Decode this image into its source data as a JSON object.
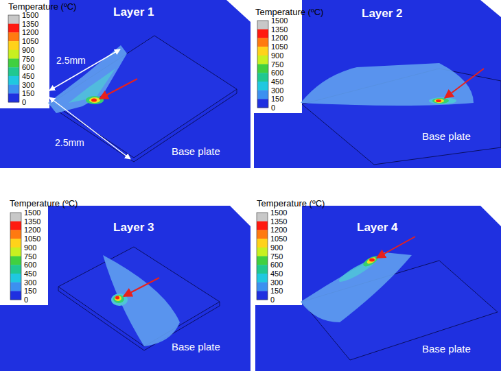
{
  "diagram": {
    "labels": [
      "Temperature (ºC)",
      "1500",
      "1350",
      "1200",
      "1050",
      "900",
      "750",
      "600",
      "450",
      "300",
      "150",
      "0",
      "Layer 1",
      "2.5mm",
      "2.5mm",
      "Base plate",
      "Temperature (ºC)",
      "1500",
      "1350",
      "1200",
      "1050",
      "900",
      "750",
      "600",
      "450",
      "300",
      "150",
      "0",
      "Layer 2",
      "Base plate",
      "Temperature (ºC)",
      "1500",
      "1350",
      "1200",
      "1050",
      "900",
      "750",
      "600",
      "450",
      "300",
      "150",
      "0",
      "Layer 3",
      "Base plate",
      "Temperature (ºC)",
      "1500",
      "1350",
      "1200",
      "1050",
      "900",
      "750",
      "600",
      "450",
      "300",
      "150",
      "0",
      "Layer 4",
      "Base plate"
    ]
  }
}
